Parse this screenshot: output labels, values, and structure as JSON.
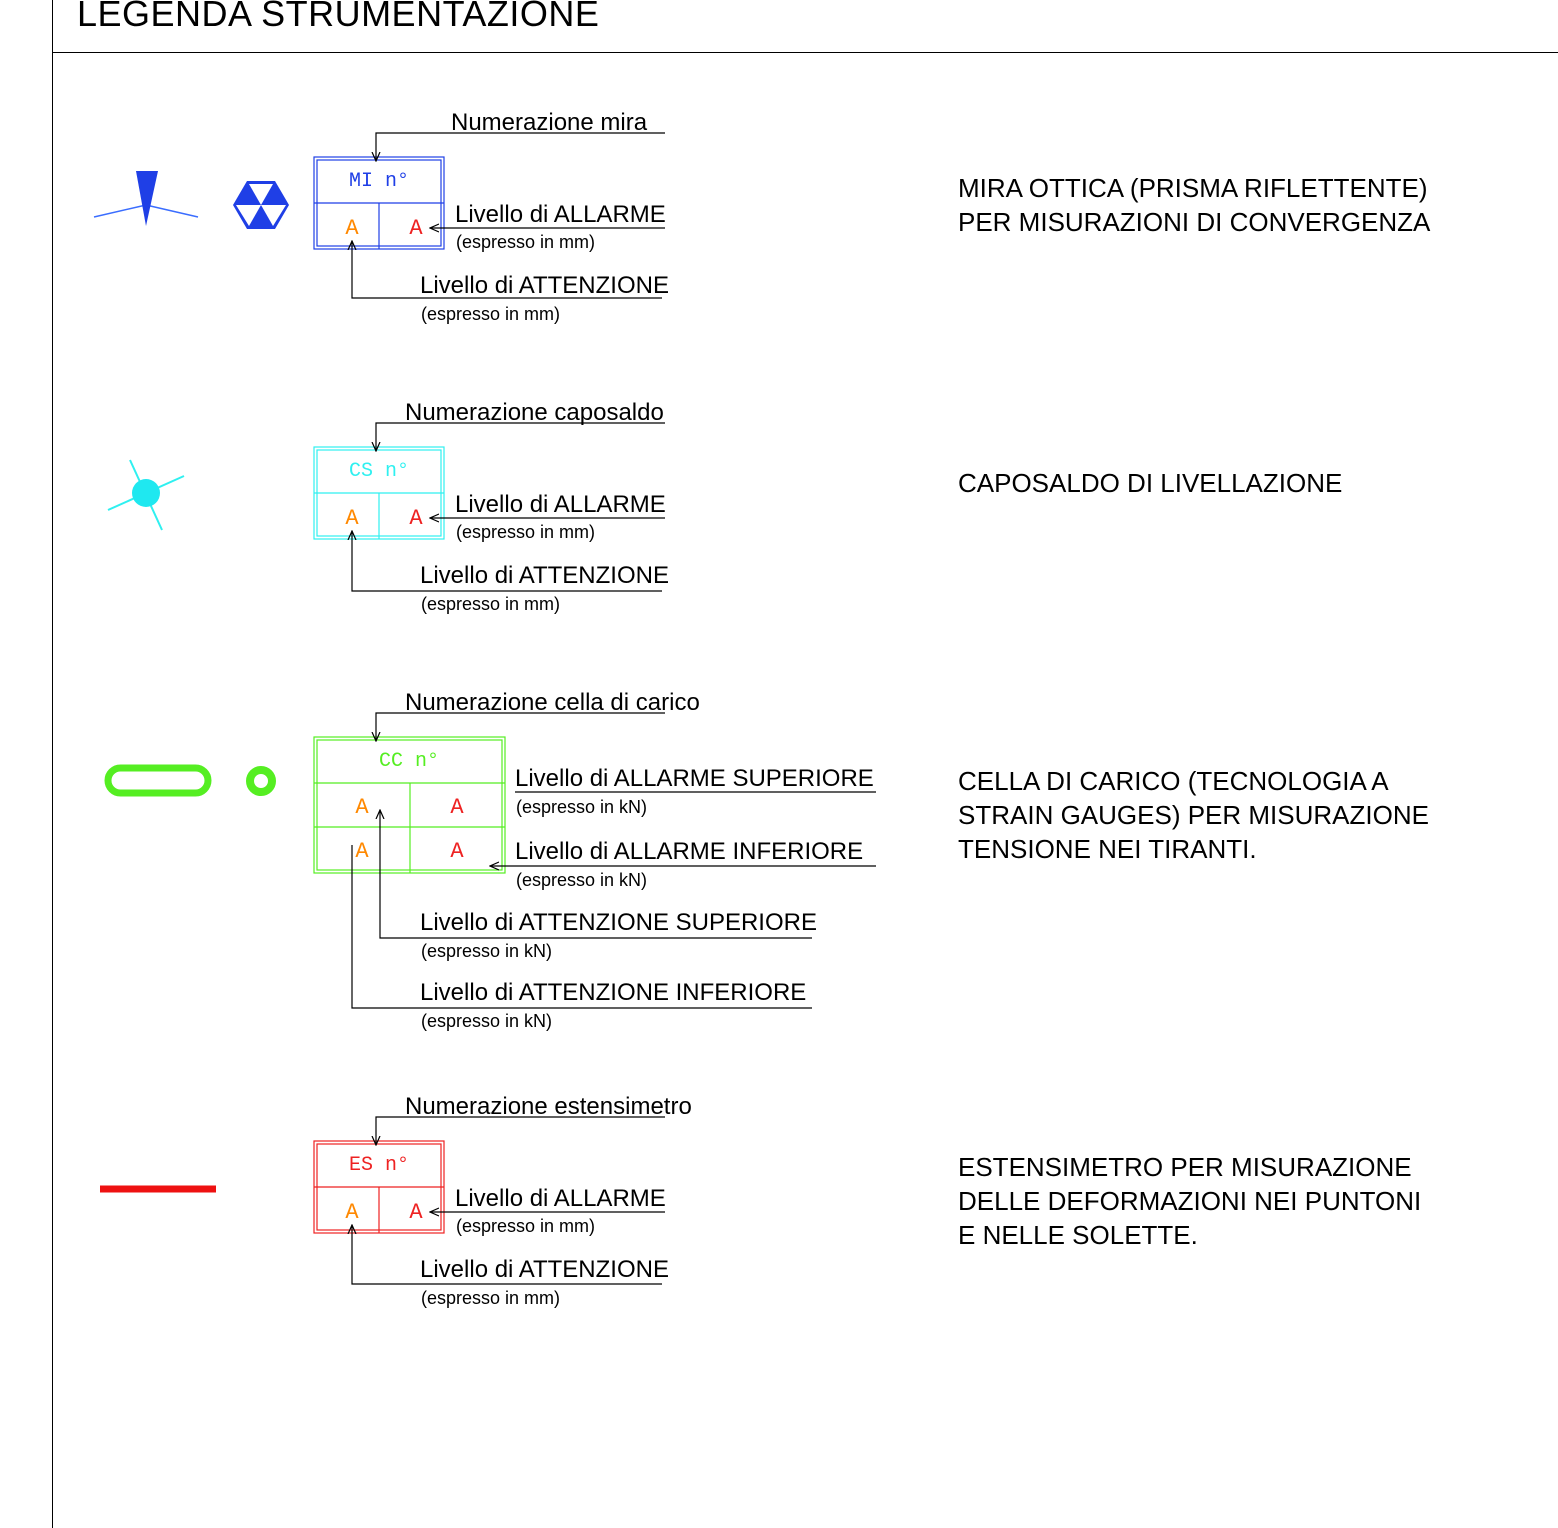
{
  "title": "LEGENDA STRUMENTAZIONE",
  "colors": {
    "mira": "#1f3fe6",
    "caposaldo": "#2ff0f0",
    "cella": "#55ee22",
    "estensimetro": "#ee2222",
    "value_a_left": "#ff8800",
    "value_a_right": "#ee2222",
    "text": "#000000"
  },
  "sections": {
    "mira": {
      "numbering_label": "Numerazione mira",
      "box_code": "MI n°",
      "value_left": "A",
      "value_right": "A",
      "allarme_label": "Livello di ALLARME",
      "allarme_unit": "(espresso in mm)",
      "attenzione_label": "Livello di ATTENZIONE",
      "attenzione_unit": "(espresso in mm)",
      "description": [
        "MIRA OTTICA (PRISMA RIFLETTENTE)",
        "PER MISURAZIONI DI CONVERGENZA"
      ]
    },
    "caposaldo": {
      "numbering_label": "Numerazione caposaldo",
      "box_code": "CS n°",
      "value_left": "A",
      "value_right": "A",
      "allarme_label": "Livello di ALLARME",
      "allarme_unit": "(espresso in mm)",
      "attenzione_label": "Livello di ATTENZIONE",
      "attenzione_unit": "(espresso in mm)",
      "description": [
        "CAPOSALDO DI LIVELLAZIONE"
      ]
    },
    "cella": {
      "numbering_label": "Numerazione cella di carico",
      "box_code": "CC n°",
      "values": [
        "A",
        "A",
        "A",
        "A"
      ],
      "allarme_sup_label": "Livello di ALLARME SUPERIORE",
      "allarme_sup_unit": "(espresso in kN)",
      "allarme_inf_label": "Livello di ALLARME INFERIORE",
      "allarme_inf_unit": "(espresso in kN)",
      "attenzione_sup_label": "Livello di ATTENZIONE SUPERIORE",
      "attenzione_sup_unit": "(espresso in kN)",
      "attenzione_inf_label": "Livello di ATTENZIONE INFERIORE",
      "attenzione_inf_unit": "(espresso in kN)",
      "description": [
        "CELLA DI CARICO (TECNOLOGIA A",
        "STRAIN GAUGES) PER MISURAZIONE",
        "TENSIONE NEI TIRANTI."
      ]
    },
    "estensimetro": {
      "numbering_label": "Numerazione estensimetro",
      "box_code": "ES n°",
      "value_left": "A",
      "value_right": "A",
      "allarme_label": "Livello di ALLARME",
      "allarme_unit": "(espresso in mm)",
      "attenzione_label": "Livello di ATTENZIONE",
      "attenzione_unit": "(espresso in mm)",
      "description": [
        "ESTENSIMETRO PER MISURAZIONE",
        "DELLE  DEFORMAZIONI NEI PUNTONI",
        "E NELLE SOLETTE."
      ]
    }
  }
}
